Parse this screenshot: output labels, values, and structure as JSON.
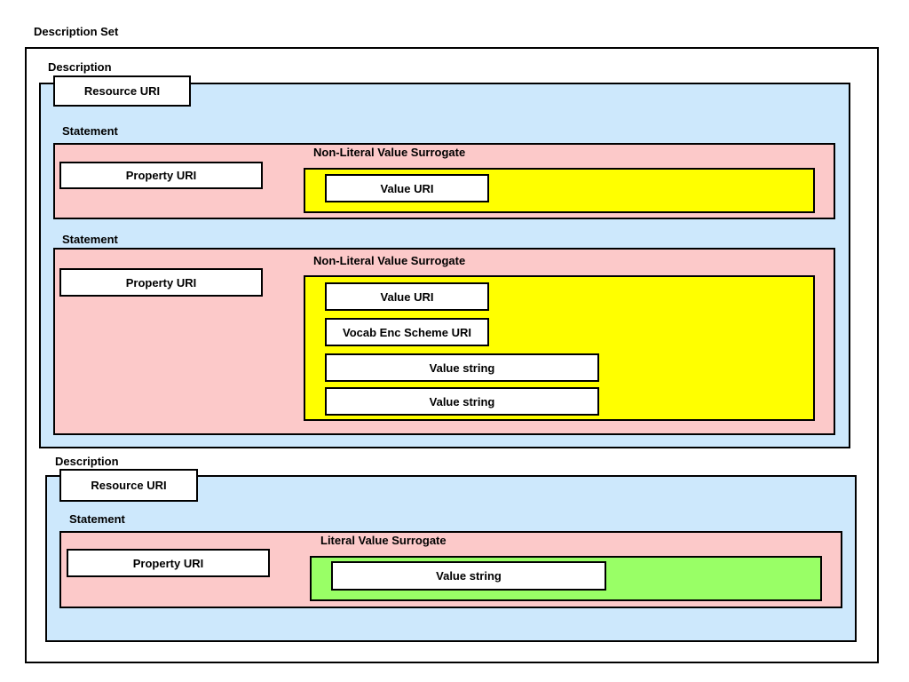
{
  "description_set": {
    "title": "Description Set",
    "descriptions": [
      {
        "label": "Description",
        "resource_uri": "Resource URI",
        "statements": [
          {
            "label": "Statement",
            "property_uri": "Property URI",
            "value_surrogate": {
              "label": "Non-Literal Value Surrogate",
              "items": [
                "Value URI"
              ]
            }
          },
          {
            "label": "Statement",
            "property_uri": "Property URI",
            "value_surrogate": {
              "label": "Non-Literal Value Surrogate",
              "items": [
                "Value URI",
                "Vocab Enc Scheme URI",
                "Value string",
                "Value string"
              ]
            }
          }
        ]
      },
      {
        "label": "Description",
        "resource_uri": "Resource URI",
        "statements": [
          {
            "label": "Statement",
            "property_uri": "Property URI",
            "value_surrogate": {
              "label": "Literal Value Surrogate",
              "items": [
                "Value string"
              ]
            }
          }
        ]
      }
    ]
  },
  "colors": {
    "description_fill": "#cde8fc",
    "statement_fill": "#fcc9c9",
    "non_literal_fill": "#ffff00",
    "literal_fill": "#99ff66"
  }
}
